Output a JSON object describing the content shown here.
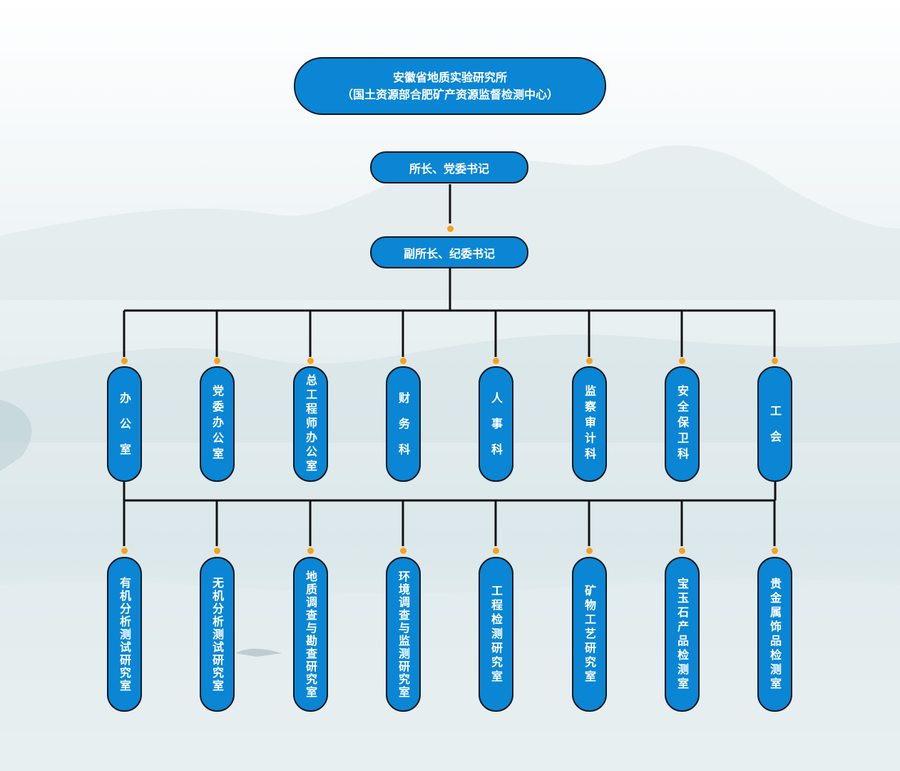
{
  "header": {
    "line1": "安徽省地质实验研究所",
    "line2": "（国土资源部合肥矿产资源监督检测中心）"
  },
  "director": "所长、党委书记",
  "deputy": "副所长、纪委书记",
  "departments": [
    {
      "label": "办 公 室"
    },
    {
      "label": "党委办公室"
    },
    {
      "label": "总工程师办公室"
    },
    {
      "label": "财 务 科"
    },
    {
      "label": "人 事 科"
    },
    {
      "label": "监察审计科"
    },
    {
      "label": "安全保卫科"
    },
    {
      "label": "工 会"
    }
  ],
  "labs": [
    {
      "label": "有机分析测试研究室"
    },
    {
      "label": "无机分析测试研究室"
    },
    {
      "label": "地质调查与勘查研究室"
    },
    {
      "label": "环境调查与监测研究室"
    },
    {
      "label": "工程检测研究室"
    },
    {
      "label": "矿物工艺研究室"
    },
    {
      "label": "宝玉石产品检测室"
    },
    {
      "label": "贵金属饰品检测室"
    }
  ],
  "colors": {
    "node_fill": "#0a86d4",
    "node_border": "#101820",
    "connector": "#111111",
    "dot": "#f6a21a"
  }
}
